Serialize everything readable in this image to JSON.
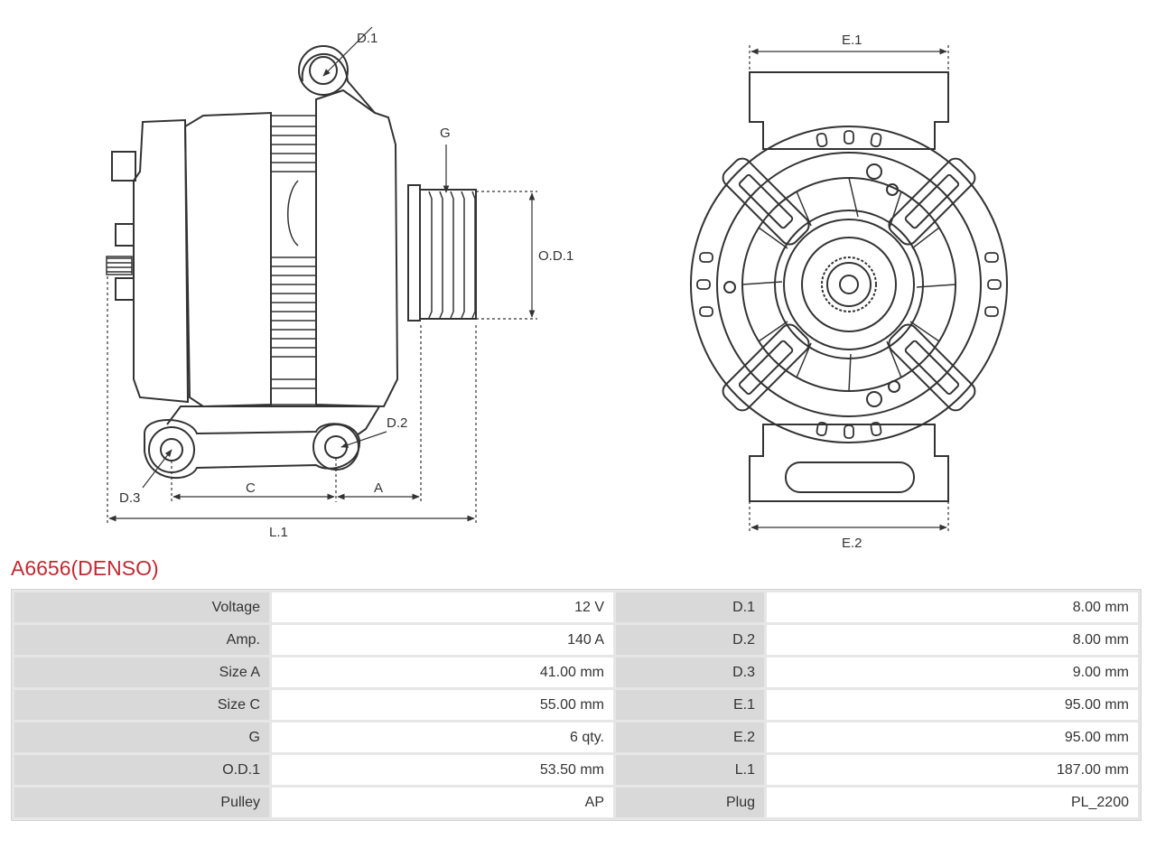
{
  "title": "A6656(DENSO)",
  "labels": {
    "d1": "D.1",
    "d2": "D.2",
    "d3": "D.3",
    "g": "G",
    "od1": "O.D.1",
    "c": "C",
    "a": "A",
    "l1": "L.1",
    "e1": "E.1",
    "e2": "E.2"
  },
  "specs": [
    {
      "k1": "Voltage",
      "v1": "12 V",
      "k2": "D.1",
      "v2": "8.00 mm"
    },
    {
      "k1": "Amp.",
      "v1": "140 A",
      "k2": "D.2",
      "v2": "8.00 mm"
    },
    {
      "k1": "Size A",
      "v1": "41.00 mm",
      "k2": "D.3",
      "v2": "9.00 mm"
    },
    {
      "k1": "Size C",
      "v1": "55.00 mm",
      "k2": "E.1",
      "v2": "95.00 mm"
    },
    {
      "k1": "G",
      "v1": "6 qty.",
      "k2": "E.2",
      "v2": "95.00 mm"
    },
    {
      "k1": "O.D.1",
      "v1": "53.50 mm",
      "k2": "L.1",
      "v2": "187.00 mm"
    },
    {
      "k1": "Pulley",
      "v1": "AP",
      "k2": "Plug",
      "v2": "PL_2200"
    }
  ]
}
